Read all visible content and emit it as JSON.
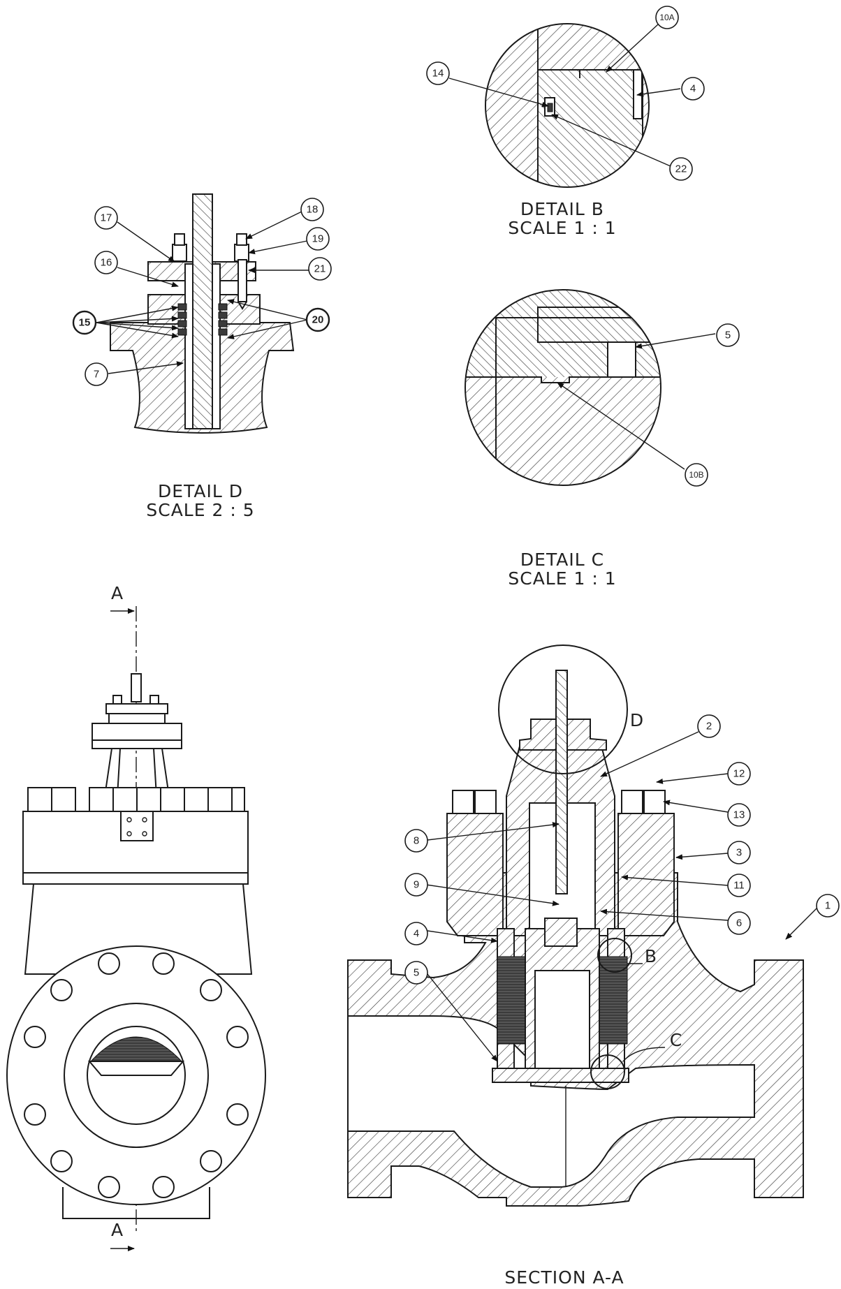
{
  "captions": {
    "detail_b_title": "DETAIL B",
    "detail_b_scale": "SCALE 1 : 1",
    "detail_c_title": "DETAIL C",
    "detail_c_scale": "SCALE 1 : 1",
    "detail_d_title": "DETAIL D",
    "detail_d_scale": "SCALE 2 : 5",
    "section_title": "SECTION A-A"
  },
  "section_arrows": {
    "top": "A",
    "bottom": "A"
  },
  "view_letters": {
    "d": "D",
    "b": "B",
    "c": "C"
  },
  "balloons": {
    "b_10a": "10A",
    "b_14": "14",
    "b_4": "4",
    "b_22": "22",
    "c_5": "5",
    "c_10b": "10B",
    "d_17": "17",
    "d_18": "18",
    "d_19": "19",
    "d_16": "16",
    "d_21": "21",
    "d_15": "15",
    "d_20": "20",
    "d_7": "7",
    "s_2": "2",
    "s_12": "12",
    "s_13": "13",
    "s_3": "3",
    "s_8": "8",
    "s_11": "11",
    "s_9": "9",
    "s_6": "6",
    "s_1": "1",
    "s_4": "4",
    "s_5": "5"
  }
}
